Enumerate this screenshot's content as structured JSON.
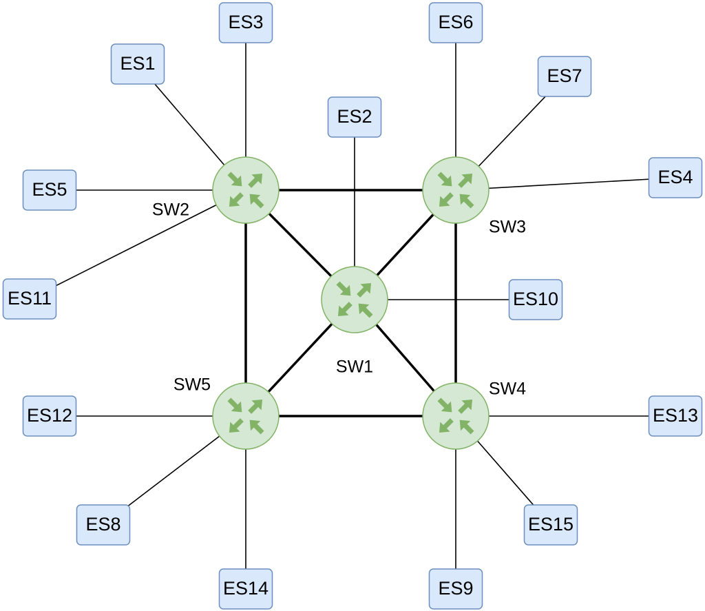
{
  "switches": [
    {
      "id": "SW1",
      "label": "SW1"
    },
    {
      "id": "SW2",
      "label": "SW2"
    },
    {
      "id": "SW3",
      "label": "SW3"
    },
    {
      "id": "SW4",
      "label": "SW4"
    },
    {
      "id": "SW5",
      "label": "SW5"
    }
  ],
  "end_stations": [
    {
      "id": "ES1",
      "label": "ES1",
      "switch": "SW2"
    },
    {
      "id": "ES2",
      "label": "ES2",
      "switch": "SW1"
    },
    {
      "id": "ES3",
      "label": "ES3",
      "switch": "SW2"
    },
    {
      "id": "ES4",
      "label": "ES4",
      "switch": "SW3"
    },
    {
      "id": "ES5",
      "label": "ES5",
      "switch": "SW2"
    },
    {
      "id": "ES6",
      "label": "ES6",
      "switch": "SW3"
    },
    {
      "id": "ES7",
      "label": "ES7",
      "switch": "SW3"
    },
    {
      "id": "ES8",
      "label": "ES8",
      "switch": "SW5"
    },
    {
      "id": "ES9",
      "label": "ES9",
      "switch": "SW4"
    },
    {
      "id": "ES10",
      "label": "ES10",
      "switch": "SW1"
    },
    {
      "id": "ES11",
      "label": "ES11",
      "switch": "SW2"
    },
    {
      "id": "ES12",
      "label": "ES12",
      "switch": "SW5"
    },
    {
      "id": "ES13",
      "label": "ES13",
      "switch": "SW4"
    },
    {
      "id": "ES14",
      "label": "ES14",
      "switch": "SW5"
    },
    {
      "id": "ES15",
      "label": "ES15",
      "switch": "SW4"
    }
  ],
  "trunk_links": [
    [
      "SW2",
      "SW3"
    ],
    [
      "SW2",
      "SW5"
    ],
    [
      "SW3",
      "SW4"
    ],
    [
      "SW5",
      "SW4"
    ],
    [
      "SW1",
      "SW2"
    ],
    [
      "SW1",
      "SW3"
    ],
    [
      "SW1",
      "SW4"
    ],
    [
      "SW1",
      "SW5"
    ]
  ],
  "colors": {
    "switch_fill": "#d5e8d4",
    "switch_stroke": "#82b366",
    "station_fill": "#dae8fc",
    "station_stroke": "#6c8ebf"
  }
}
